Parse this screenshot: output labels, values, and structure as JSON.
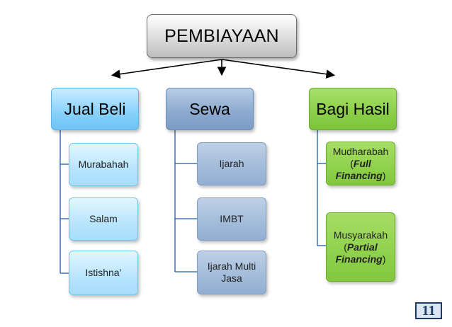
{
  "root": "PEMBIAYAAN",
  "categories": [
    {
      "label": "Jual Beli",
      "items": [
        "Murabahah",
        "Salam",
        "Istishna’"
      ]
    },
    {
      "label": "Sewa",
      "items": [
        "Ijarah",
        "IMBT",
        "Ijarah Multi Jasa"
      ]
    },
    {
      "label": "Bagi Hasil",
      "items": [
        {
          "name": "Mudharabah",
          "note": "Full Financing"
        },
        {
          "name": "Musyarakah",
          "note": "Partial Financing"
        }
      ]
    }
  ],
  "page_number": "11"
}
